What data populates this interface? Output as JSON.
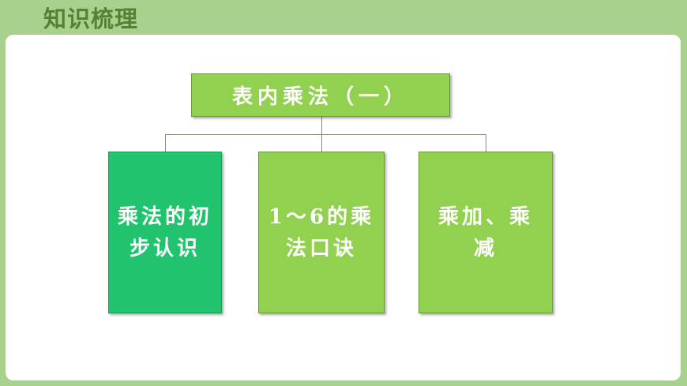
{
  "header": {
    "title": "知识梳理"
  },
  "diagram": {
    "root": {
      "label": "表内乘法（一）",
      "color": "#92d050"
    },
    "children": [
      {
        "label": "乘法的初步认识",
        "color": "#21c36e"
      },
      {
        "label": "1～6的乘法口诀",
        "color": "#92d050"
      },
      {
        "label": "乘加、乘减",
        "color": "#92d050"
      }
    ]
  },
  "colors": {
    "background": "#a9d18e",
    "title": "#548235",
    "card": "#ffffff",
    "connector": "#8a8a7a"
  }
}
